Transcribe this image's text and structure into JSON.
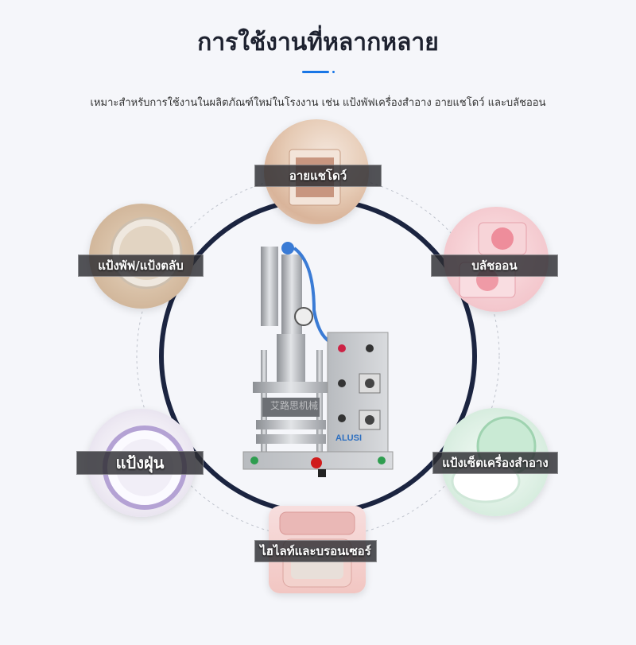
{
  "header": {
    "title": "การใช้งานที่หลากหลาย",
    "subtitle": "เหมาะสำหรับการใช้งานในผลิตภัณฑ์ใหม่ในโรงงาน เช่น แป้งพัฟเครื่องสำอาง อายแชโดว์ และบลัชออน"
  },
  "applications": [
    {
      "label": "อายแชโดว์"
    },
    {
      "label": "แป้งพัฟ/แป้งตลับ"
    },
    {
      "label": "บลัชออน"
    },
    {
      "label": "แป้งฝุ่น"
    },
    {
      "label": "แป้งเซ็ตเครื่องสำอาง"
    },
    {
      "label": "ไฮไลท์และบรอนเซอร์"
    }
  ],
  "machine": {
    "brand": "ALUSI",
    "watermark": "艾路思机械"
  },
  "colors": {
    "accent": "#1976e6",
    "ring": "#1b2440",
    "title": "#1e2230"
  }
}
